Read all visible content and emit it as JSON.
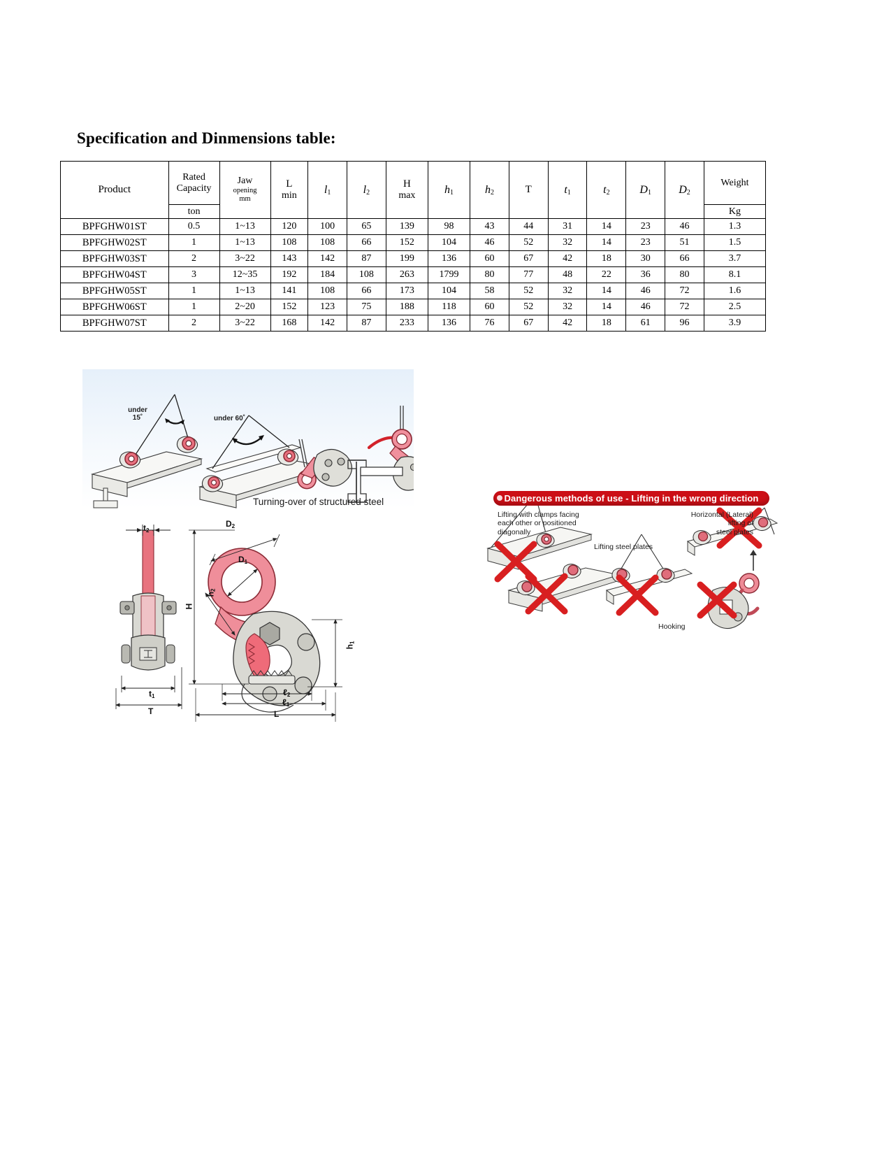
{
  "document": {
    "title": "Specification and Dinmensions table",
    "title_suffix": ":"
  },
  "spec_table": {
    "headers": {
      "product": "Product",
      "rated_capacity": "Rated\nCapacity",
      "rated_capacity_line1": "Rated",
      "rated_capacity_line2": "Capacity",
      "rated_capacity_unit": "ton",
      "jaw_opening_line1": "Jaw",
      "jaw_opening_line2": "opening",
      "jaw_opening_line3": "mm",
      "l_min_line1": "L",
      "l_min_line2": "min",
      "l1": "l1",
      "l2": "l2",
      "h_max_line1": "H",
      "h_max_line2": "max",
      "h1": "h1",
      "h2": "h2",
      "t": "T",
      "t1": "t1",
      "t2": "t2",
      "d1": "D1",
      "d2": "D2",
      "weight": "Weight",
      "weight_unit": "Kg"
    },
    "column_order": [
      "Product",
      "ton",
      "Jaw opening mm",
      "L min",
      "l1",
      "l2",
      "H max",
      "h1",
      "h2",
      "T",
      "t1",
      "t2",
      "D1",
      "D2",
      "Kg"
    ],
    "rows": [
      {
        "product": "BPFGHW01ST",
        "ton": "0.5",
        "jaw": "1~13",
        "l_min": "120",
        "l1": "100",
        "l2": "65",
        "h_max": "139",
        "h1": "98",
        "h2": "43",
        "t": "44",
        "t1": "31",
        "t2": "14",
        "d1": "23",
        "d2": "46",
        "kg": "1.3"
      },
      {
        "product": "BPFGHW02ST",
        "ton": "1",
        "jaw": "1~13",
        "l_min": "108",
        "l1": "108",
        "l2": "66",
        "h_max": "152",
        "h1": "104",
        "h2": "46",
        "t": "52",
        "t1": "32",
        "t2": "14",
        "d1": "23",
        "d2": "51",
        "kg": "1.5"
      },
      {
        "product": "BPFGHW03ST",
        "ton": "2",
        "jaw": "3~22",
        "l_min": "143",
        "l1": "142",
        "l2": "87",
        "h_max": "199",
        "h1": "136",
        "h2": "60",
        "t": "67",
        "t1": "42",
        "t2": "18",
        "d1": "30",
        "d2": "66",
        "kg": "3.7"
      },
      {
        "product": "BPFGHW04ST",
        "ton": "3",
        "jaw": "12~35",
        "l_min": "192",
        "l1": "184",
        "l2": "108",
        "h_max": "263",
        "h1": "1799",
        "h2": "80",
        "t": "77",
        "t1": "48",
        "t2": "22",
        "d1": "36",
        "d2": "80",
        "kg": "8.1"
      },
      {
        "product": "BPFGHW05ST",
        "ton": "1",
        "jaw": "1~13",
        "l_min": "141",
        "l1": "108",
        "l2": "66",
        "h_max": "173",
        "h1": "104",
        "h2": "58",
        "t": "52",
        "t1": "32",
        "t2": "14",
        "d1": "46",
        "d2": "72",
        "kg": "1.6"
      },
      {
        "product": "BPFGHW06ST",
        "ton": "1",
        "jaw": "2~20",
        "l_min": "152",
        "l1": "123",
        "l2": "75",
        "h_max": "188",
        "h1": "118",
        "h2": "60",
        "t": "52",
        "t1": "32",
        "t2": "14",
        "d1": "46",
        "d2": "72",
        "kg": "2.5"
      },
      {
        "product": "BPFGHW07ST",
        "ton": "2",
        "jaw": "3~22",
        "l_min": "168",
        "l1": "142",
        "l2": "87",
        "h_max": "233",
        "h1": "136",
        "h2": "76",
        "t": "67",
        "t1": "42",
        "t2": "18",
        "d1": "61",
        "d2": "96",
        "kg": "3.9"
      }
    ]
  },
  "illustration_usage": {
    "label_under_15_line1": "under",
    "label_under_15_line2": "15˚",
    "label_under_60": "under 60˚",
    "caption_turning_over": "Turning-over of structured steel"
  },
  "technical_drawing": {
    "labels": {
      "t2": "t2",
      "d2": "D2",
      "d1": "D1",
      "h2": "h2",
      "h1": "h1",
      "h": "H",
      "t1": "t1",
      "t": "T",
      "l2": "ℓ2",
      "l1": "ℓ1",
      "l": "L"
    }
  },
  "danger_panel": {
    "banner": "Dangerous methods of use - Lifting in the wrong direction",
    "note_diagonal_line1": "Lifting with clamps facing",
    "note_diagonal_line2": "each other or positioned",
    "note_diagonal_line3": "diagonally",
    "note_steel_plates": "Lifting steel plates",
    "note_horizontal_line1": "Horizontal (Lateral)",
    "note_horizontal_line2": "lifting of",
    "note_horizontal_line3": "steel plates",
    "note_hooking": "Hooking"
  },
  "colors": {
    "danger_red": "#cc0f16",
    "clamp_pink": "#f0a0aa",
    "clamp_pink_dark": "#d4646f",
    "metal_gray": "#c9c9c4",
    "metal_gray_dark": "#8e8e88",
    "cross_red": "#d81f20",
    "photo_bg": "#eaf2fa",
    "table_border": "#000000"
  }
}
